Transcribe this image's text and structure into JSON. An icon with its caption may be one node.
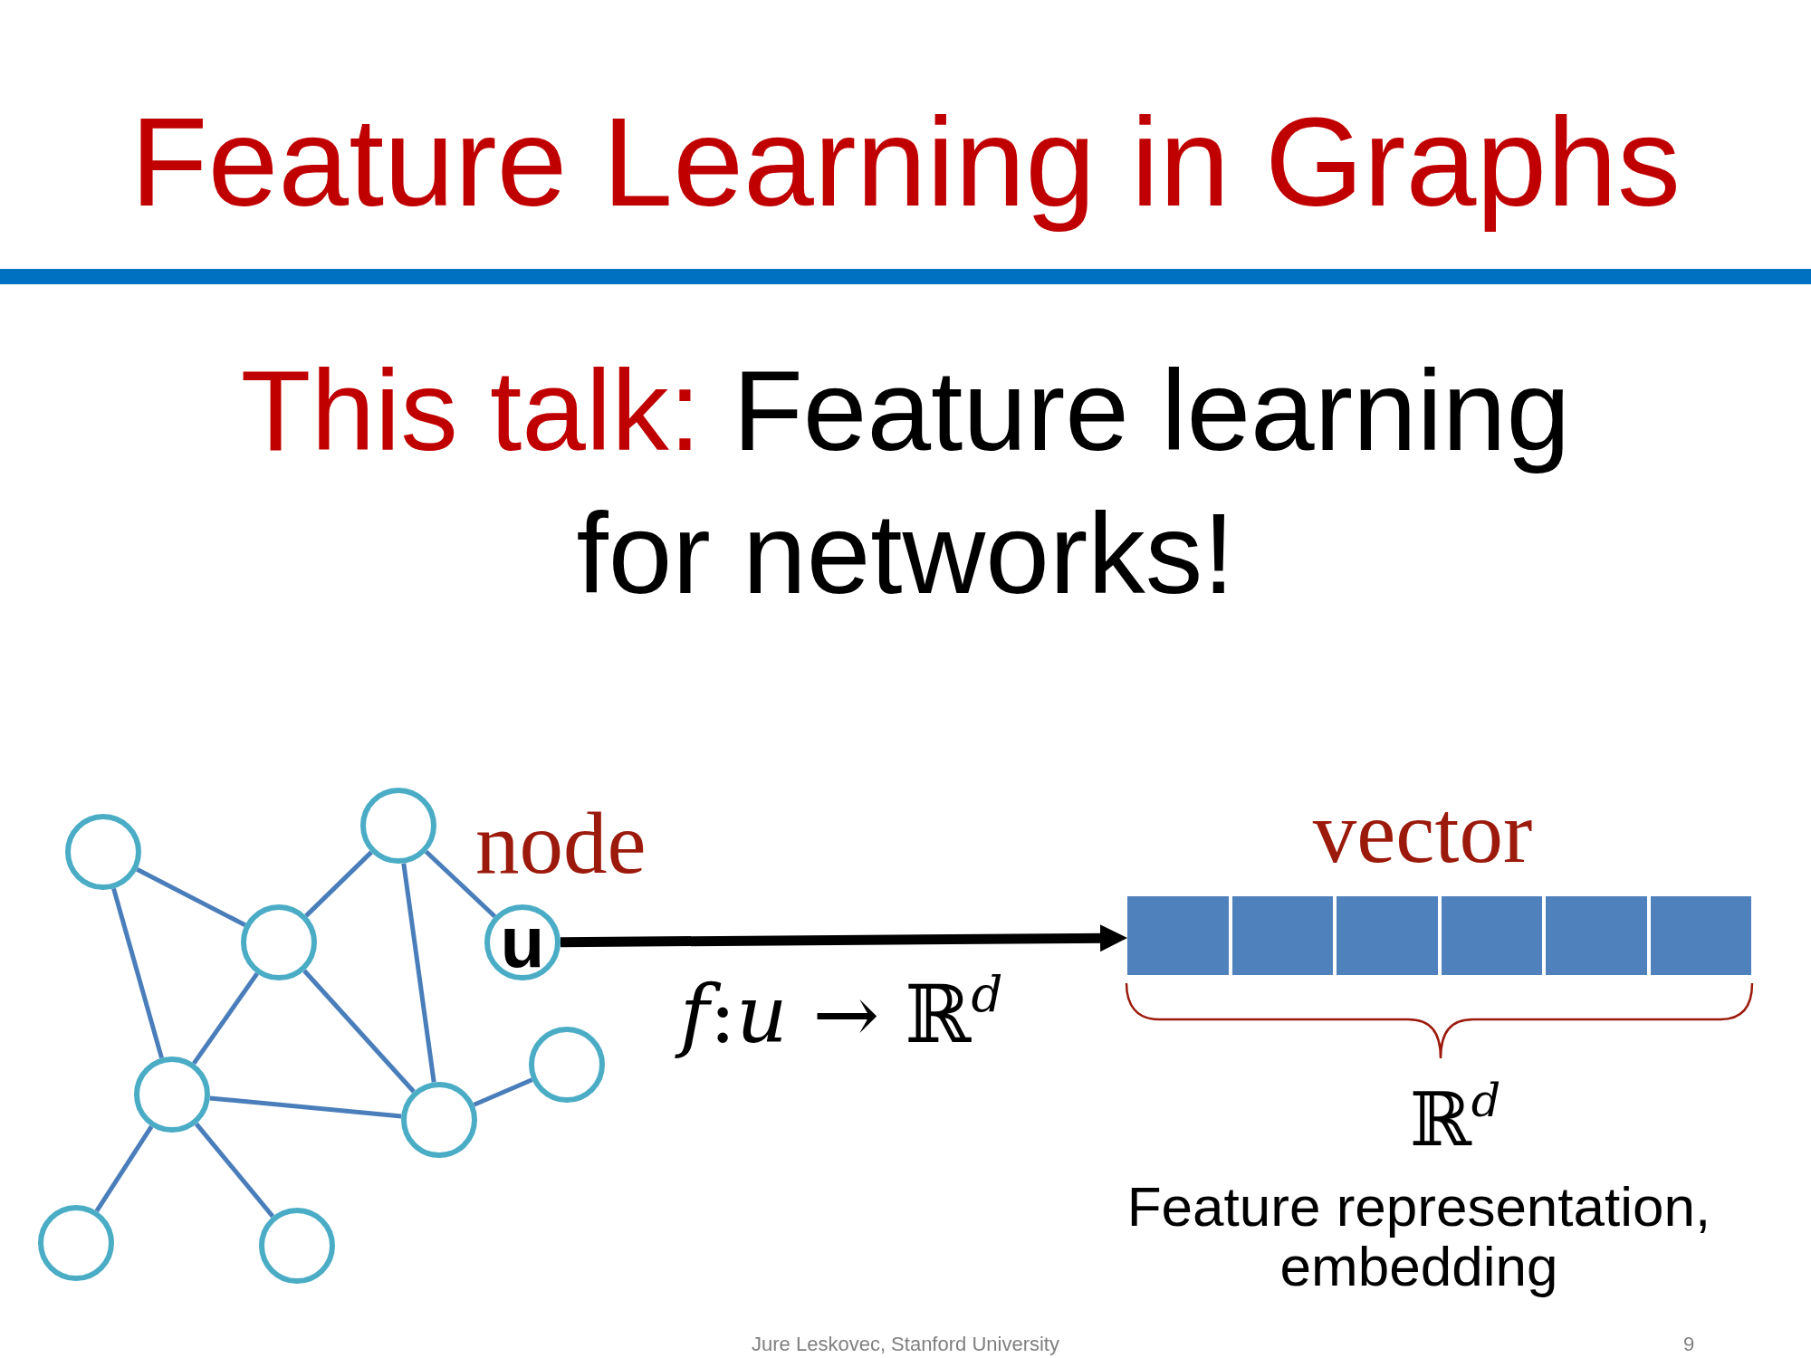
{
  "diagram": {
    "title": "Feature Learning in Graphs",
    "nodes": [
      {
        "text": [],
        "shape": "circle"
      },
      {
        "text": [],
        "shape": "circle"
      },
      {
        "text": [],
        "shape": "circle"
      },
      {
        "text": [
          "u"
        ],
        "beside": [
          "node"
        ]
      },
      {
        "text": [],
        "shape": "circle"
      },
      {
        "text": [],
        "shape": "circle"
      },
      {
        "text": [],
        "shape": "circle"
      },
      {
        "text": [],
        "shape": "circle"
      },
      {
        "text": [],
        "shape": "circle"
      },
      {
        "text": [
          "vector"
        ],
        "beside": [
          "ℝ$^{d}$",
          "Feature representation, embedding"
        ]
      }
    ],
    "edges": [
      {
        "from": 0,
        "to": 2,
        "arrow": "none"
      },
      {
        "from": 0,
        "to": 3,
        "arrow": "none"
      },
      {
        "from": 0,
        "to": 6,
        "arrow": "none"
      },
      {
        "from": 1,
        "to": 2,
        "arrow": "none"
      },
      {
        "from": 1,
        "to": 5,
        "arrow": "none"
      },
      {
        "from": 2,
        "to": 5,
        "arrow": "none"
      },
      {
        "from": 2,
        "to": 6,
        "arrow": "none"
      },
      {
        "from": 4,
        "to": 6,
        "arrow": "none"
      },
      {
        "from": 5,
        "to": 6,
        "arrow": "none"
      },
      {
        "from": 5,
        "to": 7,
        "arrow": "none"
      },
      {
        "from": 5,
        "to": 8,
        "arrow": "none"
      },
      {
        "from": 3,
        "to": 9,
        "arrow": "to",
        "label": "*f*:*u* → ℝ$^{d}$",
        "style": "thick",
        "color": "#000000"
      }
    ],
    "labels": [
      "This talk: Feature learning for networks!",
      "Jure Leskovec, Stanford University",
      "9"
    ]
  }
}
